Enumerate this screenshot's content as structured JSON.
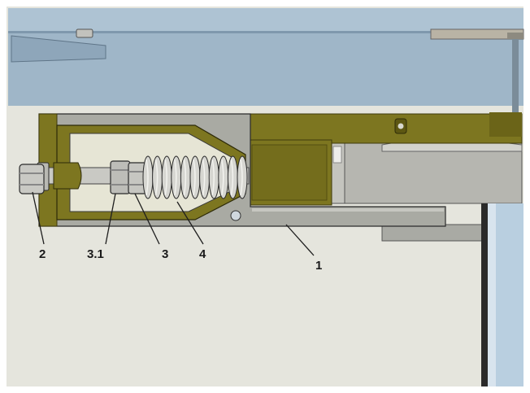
{
  "diagram": {
    "callouts": [
      {
        "id": "2",
        "text": "2"
      },
      {
        "id": "3.1",
        "text": "3.1"
      },
      {
        "id": "3",
        "text": "3"
      },
      {
        "id": "4",
        "text": "4"
      },
      {
        "id": "1",
        "text": "1"
      }
    ]
  },
  "colors": {
    "background": "#e5e5dd",
    "frame": "#ffffff",
    "beam_blue": "#9fb6c8",
    "olive": "#7d7620",
    "olive_dark": "#5d5712",
    "steel": "#b4b4ae",
    "steel_light": "#d0d0ca",
    "bolt": "#c9c9c4",
    "outline": "#1e1e1e",
    "column_blue": "#b9cfe0"
  }
}
